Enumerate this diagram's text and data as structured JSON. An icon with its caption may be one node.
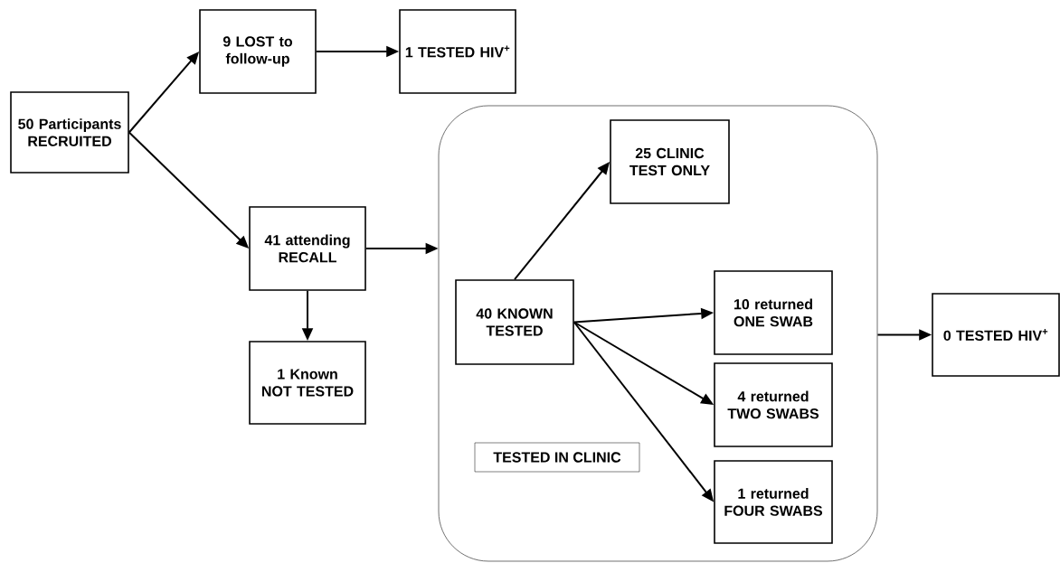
{
  "diagram": {
    "nodes": [
      {
        "text": [
          "50 Participants RECRUITED"
        ]
      },
      {
        "text": [
          "9 LOST to follow-up"
        ]
      },
      {
        "text": [
          "1 TESTED HIV$^{+}$"
        ]
      },
      {
        "text": [
          "41 attending RECALL"
        ]
      },
      {
        "text": [
          "1 Known NOT TESTED"
        ]
      },
      {
        "text": [
          "TESTED IN CLINIC"
        ]
      },
      {
        "text": [
          "25 CLINIC TEST ONLY"
        ],
        "in": 5
      },
      {
        "text": [
          "40 KNOWN TESTED"
        ],
        "in": 5
      },
      {
        "text": [
          "10 returned ONE SWAB"
        ],
        "in": 5
      },
      {
        "text": [
          "4 returned TWO SWABS"
        ],
        "in": 5
      },
      {
        "text": [
          "1 returned FOUR SWABS"
        ],
        "in": 5
      },
      {
        "text": [
          "0 TESTED HIV$^{+}$"
        ]
      }
    ],
    "edges": [
      {
        "from": 0,
        "to": 1,
        "arrow": "to"
      },
      {
        "from": 0,
        "to": 3,
        "arrow": "to"
      },
      {
        "from": 1,
        "to": 2,
        "arrow": "to"
      },
      {
        "from": 3,
        "to": 5,
        "arrow": "to"
      },
      {
        "from": 3,
        "to": 4,
        "arrow": "to"
      },
      {
        "from": 7,
        "to": 6,
        "arrow": "to"
      },
      {
        "from": 7,
        "to": 8,
        "arrow": "to"
      },
      {
        "from": 7,
        "to": 9,
        "arrow": "to"
      },
      {
        "from": 7,
        "to": 10,
        "arrow": "to"
      },
      {
        "from": 5,
        "to": 11,
        "arrow": "to"
      }
    ]
  }
}
